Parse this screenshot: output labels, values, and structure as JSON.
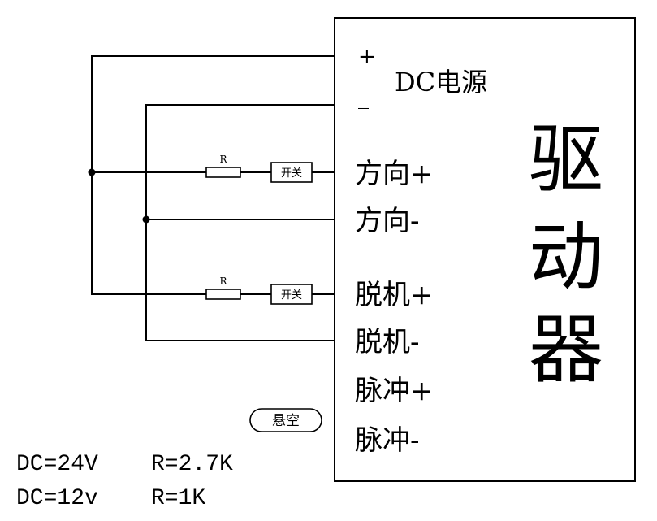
{
  "driver": {
    "title_chars": [
      "驱",
      "动",
      "器"
    ],
    "power": {
      "plus": "+",
      "label": "DC电源",
      "minus": "_"
    },
    "terminals": [
      "方向+",
      "方向-",
      "脱机+",
      "脱机-",
      "脉冲+",
      "脉冲-"
    ]
  },
  "components": {
    "resistor_label": "R",
    "switch_label": "开关",
    "floating_label": "悬空"
  },
  "specs": [
    {
      "dc": "DC=24V",
      "r": "R=2.7K"
    },
    {
      "dc": "DC=12v",
      "r": "R=1K"
    }
  ],
  "colors": {
    "line": "#000000",
    "background": "#ffffff"
  }
}
